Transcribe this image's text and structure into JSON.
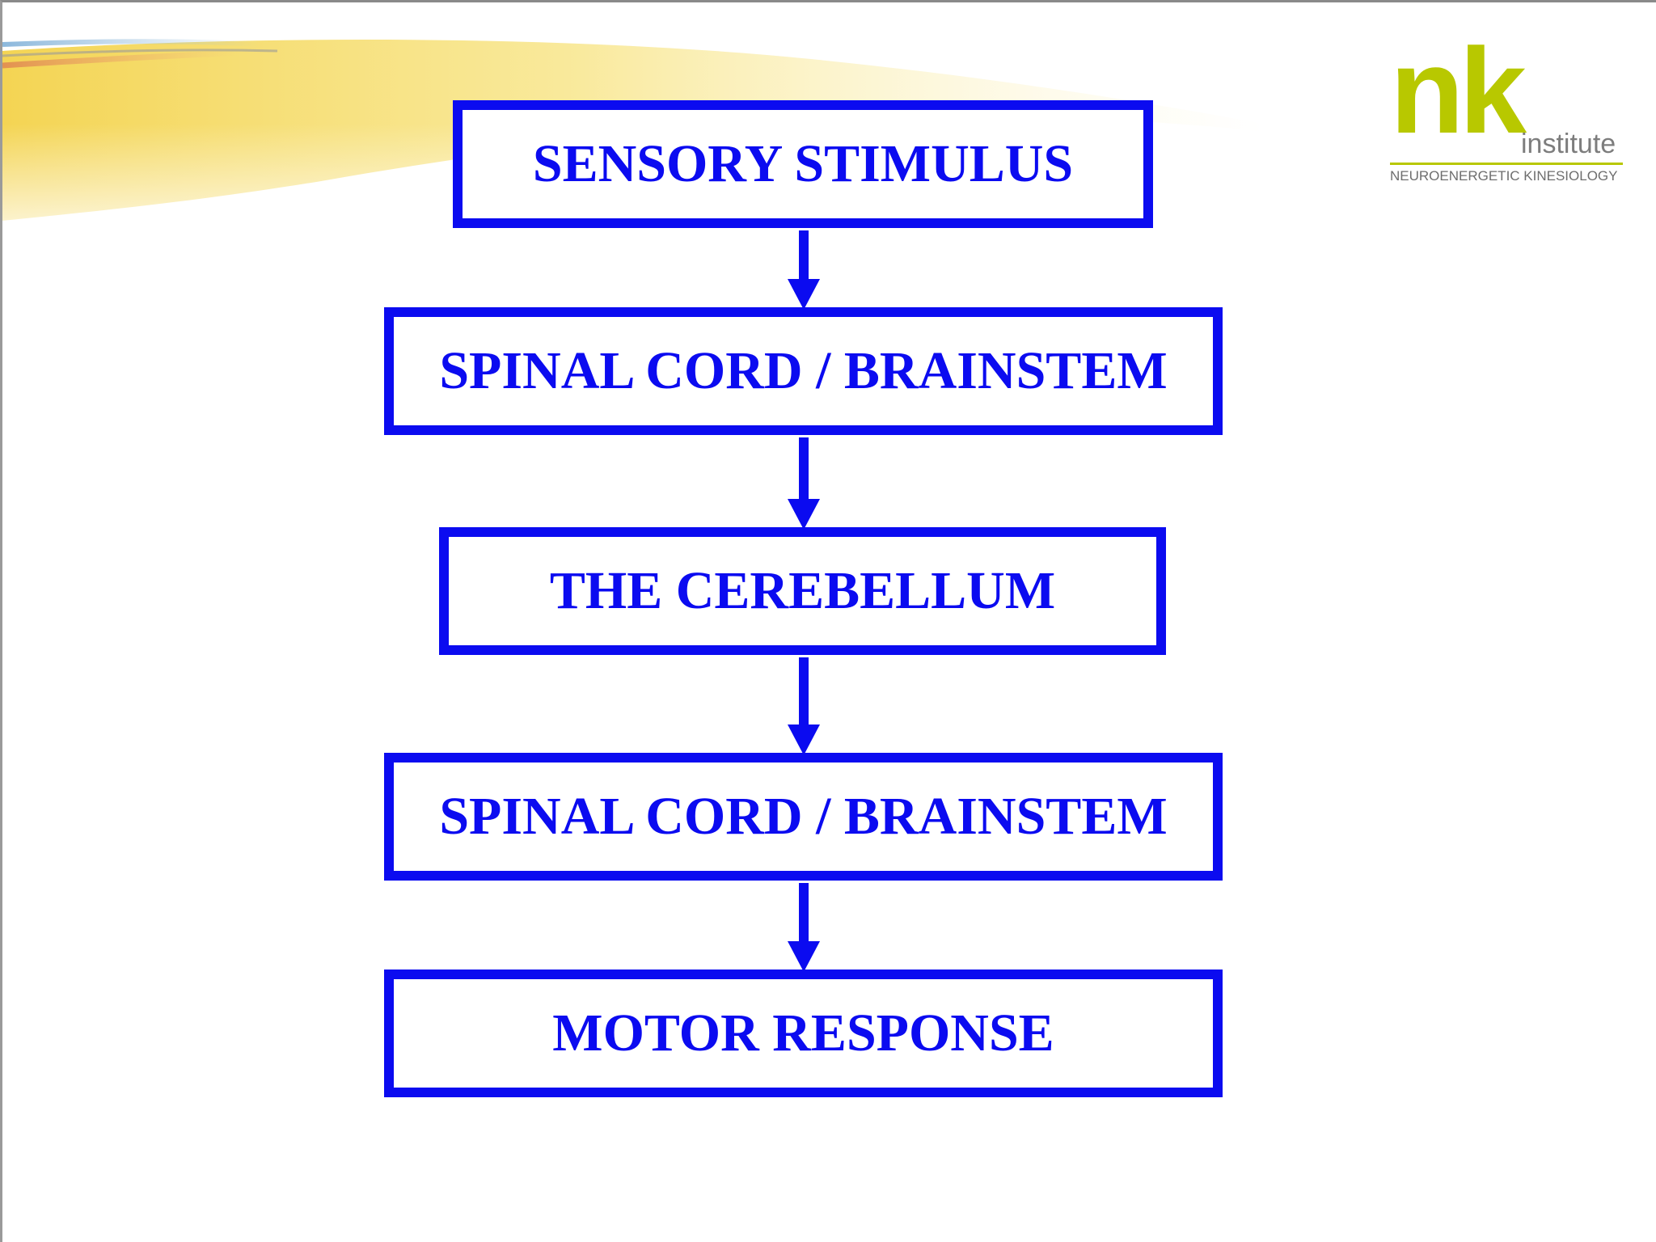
{
  "diagram": {
    "type": "vertical-flowchart",
    "colors": {
      "box_border": "#0b0bf0",
      "box_text": "#0b0bf0",
      "arrow": "#0b0bf0",
      "background": "#ffffff"
    },
    "nodes": [
      {
        "id": "sensory-stimulus",
        "label": "SENSORY STIMULUS"
      },
      {
        "id": "spinal-cord-brainstem-1",
        "label": "SPINAL CORD / BRAINSTEM"
      },
      {
        "id": "the-cerebellum",
        "label": "THE CEREBELLUM"
      },
      {
        "id": "spinal-cord-brainstem-2",
        "label": "SPINAL CORD / BRAINSTEM"
      },
      {
        "id": "motor-response",
        "label": "MOTOR RESPONSE"
      }
    ],
    "edges": [
      {
        "from": "sensory-stimulus",
        "to": "spinal-cord-brainstem-1"
      },
      {
        "from": "spinal-cord-brainstem-1",
        "to": "the-cerebellum"
      },
      {
        "from": "the-cerebellum",
        "to": "spinal-cord-brainstem-2"
      },
      {
        "from": "spinal-cord-brainstem-2",
        "to": "motor-response"
      }
    ]
  },
  "logo": {
    "letters": "nk",
    "word": "institute",
    "tagline": "NEUROENERGETIC KINESIOLOGY",
    "colors": {
      "letters": "#b8c800",
      "word": "#7d7d7d",
      "tagline": "#6e6e6e"
    }
  },
  "decoration": {
    "swoosh_colors": [
      "#f6e26a",
      "#f3c24a",
      "#8fb8d8",
      "#e8a070"
    ]
  }
}
